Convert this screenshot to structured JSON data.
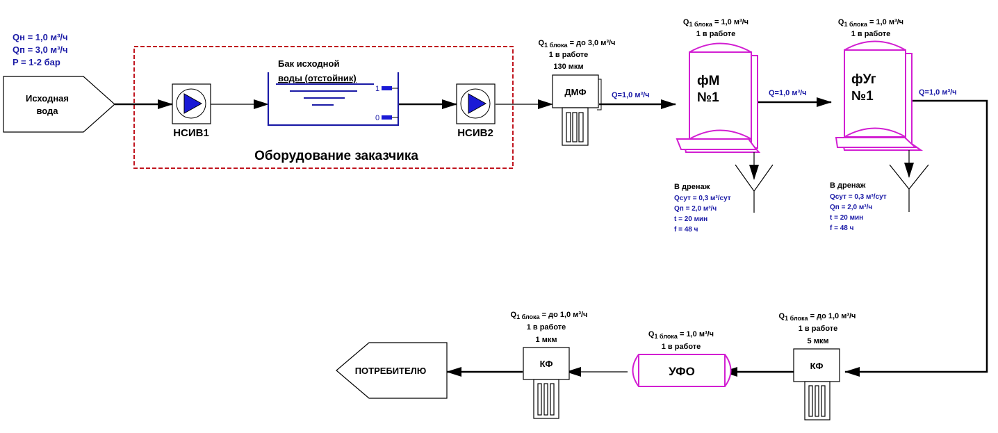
{
  "source": {
    "label_line1": "Исходная",
    "label_line2": "вода",
    "params": [
      "Qн =  1,0 м³/ч",
      "Qп =  3,0 м³/ч",
      "P = 1-2 бар"
    ]
  },
  "customer_zone": {
    "caption": "Оборудование заказчика",
    "border_color": "#c0141e"
  },
  "pump1": {
    "label": "НСИВ1"
  },
  "pump2": {
    "label": "НСИВ2"
  },
  "tank": {
    "title_line1": "Бак  исходной",
    "title_line2": "воды (отстойник)",
    "level_high": "1",
    "level_low": "0"
  },
  "dmf": {
    "label": "ДМФ",
    "q_prefix": "Q",
    "q_sub": "1 блока",
    "q_value": " =  до 3,0 м³/ч",
    "in_work": "1 в работе",
    "rating": "130 мкм",
    "flow_out": "Q=1,0 м³/ч"
  },
  "fm": {
    "label_line1": "фМ",
    "label_line2": "№1",
    "q_prefix": "Q",
    "q_sub": "1 блока",
    "q_value": " =  1,0 м³/ч",
    "in_work": "1 в работе",
    "flow_out": "Q=1,0 м³/ч",
    "drain": {
      "title": "В дренаж",
      "lines": [
        "Qсут = 0,3 м³/сут",
        "Qп = 2,0 м³/ч",
        "t = 20 мин",
        "f = 48 ч"
      ]
    }
  },
  "fug": {
    "label_line1": "фУг",
    "label_line2": "№1",
    "q_prefix": "Q",
    "q_sub": "1 блока",
    "q_value": " =  1,0 м³/ч",
    "in_work": "1 в работе",
    "flow_out": "Q=1,0 м³/ч",
    "drain": {
      "title": "В дренаж",
      "lines": [
        "Qсут = 0,3 м³/сут",
        "Qп = 2,0 м³/ч",
        "t = 20 мин",
        "f = 48 ч"
      ]
    }
  },
  "kf5": {
    "label": "КФ",
    "q_prefix": "Q",
    "q_sub": "1 блока",
    "q_value": " =  до 1,0 м³/ч",
    "in_work": "1 в работе",
    "rating": "5 мкм"
  },
  "ufo": {
    "label": "УФО",
    "q_prefix": "Q",
    "q_sub": "1 блока",
    "q_value": " = 1,0 м³/ч",
    "in_work": "1 в работе"
  },
  "kf1": {
    "label": "КФ",
    "q_prefix": "Q",
    "q_sub": "1 блока",
    "q_value": " =  до 1,0 м³/ч",
    "in_work": "1 в работе",
    "rating": "1 мкм"
  },
  "consumer": {
    "label": "ПОТРЕБИТЕЛЮ"
  },
  "colors": {
    "param_text": "#1a1aa6",
    "vessel": "#d21fd2",
    "tank": "#1a1aa6",
    "pump": "#1a1ad6"
  }
}
